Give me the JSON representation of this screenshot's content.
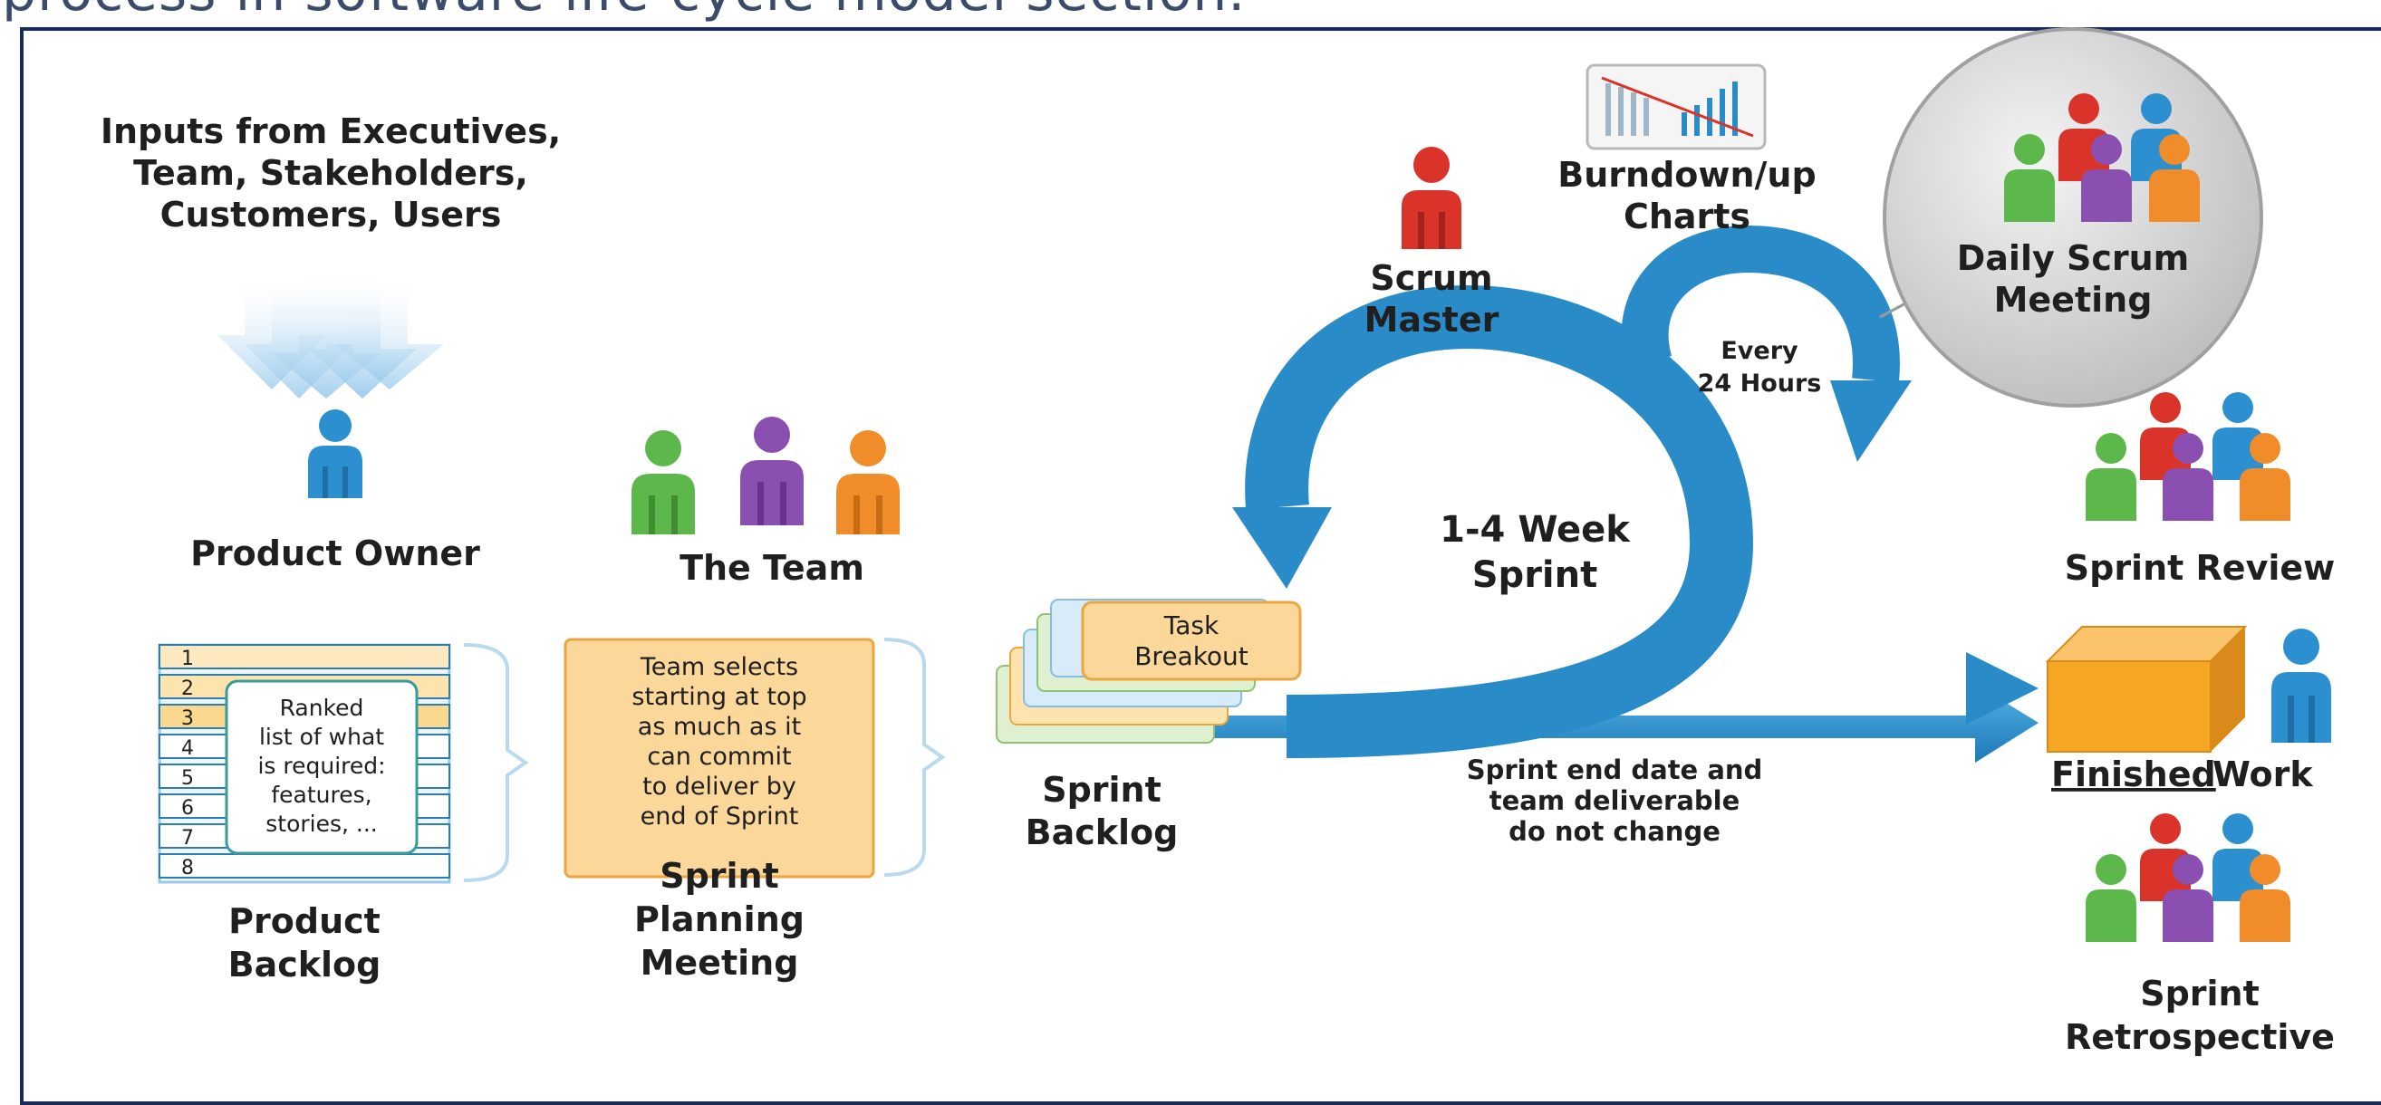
{
  "caption": "process in software life-cycle model section.",
  "inputs_text": [
    "Inputs from Executives,",
    "Team, Stakeholders,",
    "Customers, Users"
  ],
  "product_owner": "Product Owner",
  "the_team": "The Team",
  "product_backlog": {
    "numbers": [
      "1",
      "2",
      "3",
      "4",
      "5",
      "6",
      "7",
      "8"
    ],
    "note_lines": [
      "Ranked",
      "list of what",
      "is required:",
      "features,",
      "stories, ..."
    ],
    "label_lines": [
      "Product",
      "Backlog"
    ]
  },
  "sprint_planning": {
    "note_lines": [
      "Team selects",
      "starting at top",
      "as much as it",
      "can commit",
      "to deliver by",
      "end of Sprint"
    ],
    "label_lines": [
      "Sprint",
      "Planning",
      "Meeting"
    ]
  },
  "sprint_backlog": {
    "card_lines": [
      "Task",
      "Breakout"
    ],
    "label_lines": [
      "Sprint",
      "Backlog"
    ]
  },
  "sprint_loop": {
    "lines": [
      "1-4 Week",
      "Sprint"
    ]
  },
  "daily_loop": {
    "lines": [
      "Every",
      "24 Hours"
    ]
  },
  "scrum_master": [
    "Scrum",
    "Master"
  ],
  "burndown": [
    "Burndown/up",
    "Charts"
  ],
  "daily_scrum": [
    "Daily Scrum",
    "Meeting"
  ],
  "sprint_note": [
    "Sprint end date and",
    "team deliverable",
    "do not change"
  ],
  "sprint_review": "Sprint Review",
  "finished_work": {
    "underlined": "Finished",
    "rest": " Work"
  },
  "sprint_retro": [
    "Sprint",
    "Retrospective"
  ],
  "colors": {
    "frame": "#1a2a5a",
    "blue_person": "#2b8fd0",
    "red_person": "#d9332a",
    "green_person": "#5cb84a",
    "purple_person": "#8a4fb0",
    "orange_person": "#f08c2a",
    "arrow_blue": "#2a8bc9",
    "note_orange": "#fbd79a",
    "box_orange": "#f5a623"
  }
}
